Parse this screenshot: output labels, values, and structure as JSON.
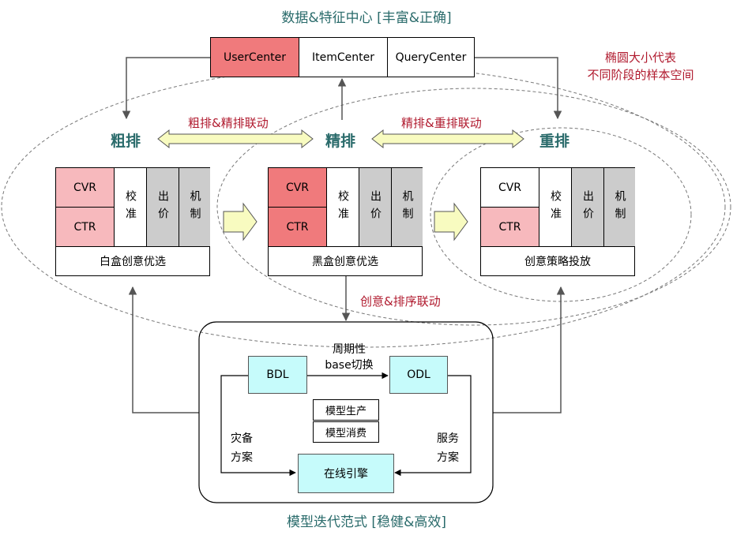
{
  "top_title": "数据&特征中心 [丰富&正确]",
  "bottom_title": "模型迭代范式 [稳健&高效]",
  "ellipse_note": {
    "line1": "椭圆大小代表",
    "line2": "不同阶段的样本空间"
  },
  "centers": [
    "UserCenter",
    "ItemCenter",
    "QueryCenter"
  ],
  "stages": {
    "coarse": "粗排",
    "fine": "精排",
    "rerank": "重排"
  },
  "links": {
    "coarse_fine": "粗排&精排联动",
    "fine_rerank": "精排&重排联动",
    "creative_rank": "创意&排序联动"
  },
  "modules": [
    {
      "cvr": "CVR",
      "ctr": "CTR",
      "calib": "校准",
      "bid": "出价",
      "mech": "机制",
      "caption": "白盒创意优选"
    },
    {
      "cvr": "CVR",
      "ctr": "CTR",
      "calib": "校准",
      "bid": "出价",
      "mech": "机制",
      "caption": "黑盒创意优选"
    },
    {
      "cvr": "CVR",
      "ctr": "CTR",
      "calib": "校准",
      "bid": "出价",
      "mech": "机制",
      "caption": "创意策略投放"
    }
  ],
  "pipeline": {
    "bdl": "BDL",
    "odl": "ODL",
    "switch_line1": "周期性",
    "switch_line2": "base切换",
    "produce": "模型生产",
    "consume": "模型消费",
    "disaster_line1": "灾备",
    "disaster_line2": "方案",
    "service_line1": "服务",
    "service_line2": "方案",
    "engine": "在线引擎"
  },
  "colors": {
    "title_teal": "#2a6b6b",
    "label_red": "#b01a2e",
    "pink": "#f7b9bd",
    "red": "#f07a7c",
    "grey": "#cccccc",
    "cyan": "#c6fbfb",
    "arrow_yellow": "#f8fbc0"
  }
}
